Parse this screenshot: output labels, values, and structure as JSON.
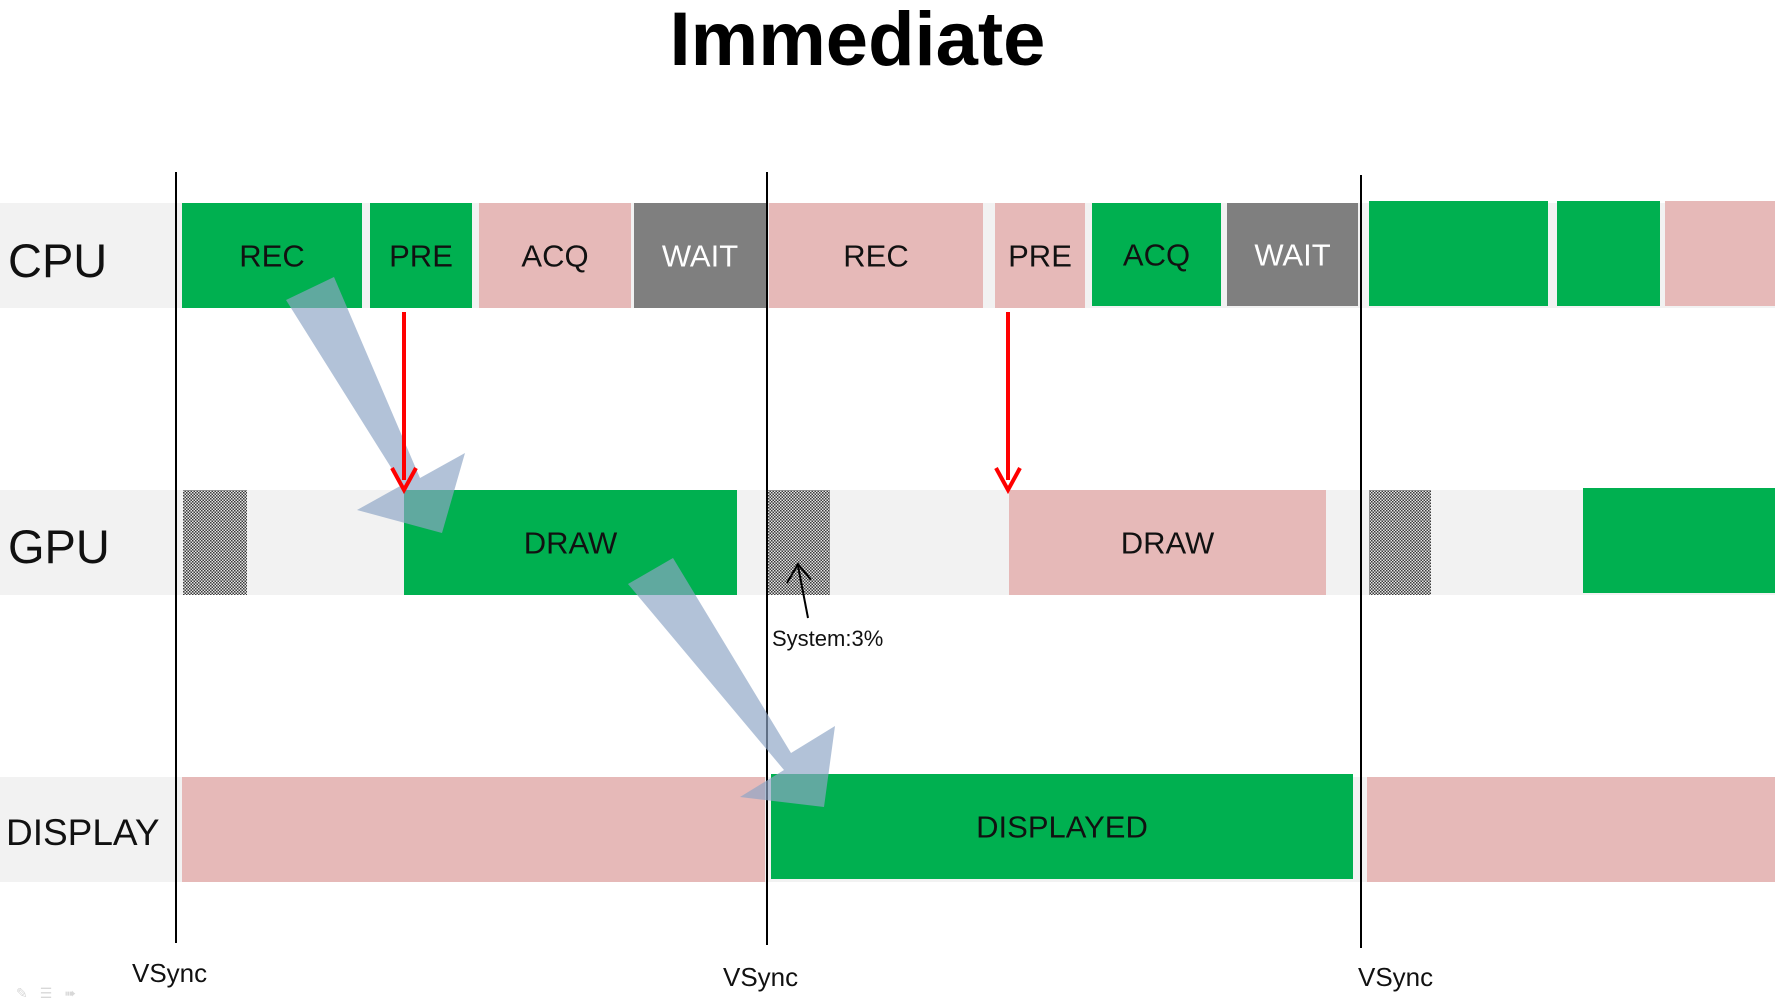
{
  "title": "Immediate",
  "rows": [
    {
      "id": "cpu",
      "label": "CPU"
    },
    {
      "id": "gpu",
      "label": "GPU"
    },
    {
      "id": "display",
      "label": "DISPLAY"
    }
  ],
  "vsync_label": "VSync",
  "colors": {
    "green": "#00B050",
    "pink": "#E6B9B8",
    "gray": "#7F7F7F",
    "lane": "#F2F2F2",
    "red_arrow": "#FF0000",
    "flow_arrow": "#8EA5C5"
  },
  "cpu_blocks": [
    {
      "label": "REC",
      "color": "green"
    },
    {
      "label": "PRE",
      "color": "green"
    },
    {
      "label": "ACQ",
      "color": "pink"
    },
    {
      "label": "WAIT",
      "color": "gray"
    },
    {
      "label": "REC",
      "color": "pink"
    },
    {
      "label": "PRE",
      "color": "pink"
    },
    {
      "label": "ACQ",
      "color": "green"
    },
    {
      "label": "WAIT",
      "color": "gray"
    },
    {
      "label": "",
      "color": "green"
    },
    {
      "label": "",
      "color": "green"
    },
    {
      "label": "",
      "color": "pink"
    }
  ],
  "gpu_blocks": [
    {
      "label": "",
      "color": "hatch"
    },
    {
      "label": "DRAW",
      "color": "green"
    },
    {
      "label": "",
      "color": "hatch"
    },
    {
      "label": "DRAW",
      "color": "pink"
    },
    {
      "label": "",
      "color": "hatch"
    },
    {
      "label": "",
      "color": "green"
    }
  ],
  "display_blocks": [
    {
      "label": "",
      "color": "pink"
    },
    {
      "label": "DISPLAYED",
      "color": "green"
    },
    {
      "label": "",
      "color": "pink"
    }
  ],
  "system_annotation": "System:3%",
  "slide_icons": [
    "pen-icon",
    "menu-icon",
    "next-arrow-icon"
  ]
}
